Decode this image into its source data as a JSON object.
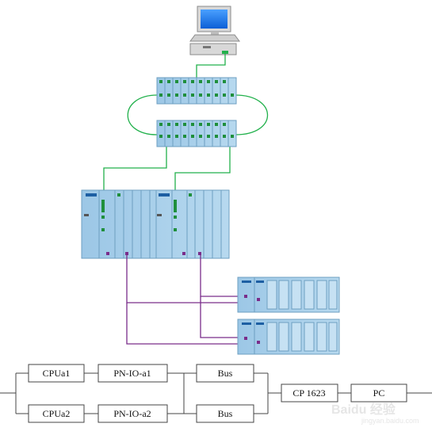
{
  "colors": {
    "ethernet": "#22b14c",
    "profibus": "#7a2d8a",
    "module_fill": "#a9cfe8",
    "module_edge": "#6d9fc1",
    "block_line": "#444444"
  },
  "block_diagram": {
    "cpu_a1": "CPUa1",
    "pnio_a1": "PN-IO-a1",
    "cpu_a2": "CPUa2",
    "pnio_a2": "PN-IO-a2",
    "bus_1": "Bus",
    "bus_2": "Bus",
    "cp_card": "CP 1623",
    "pc": "PC"
  },
  "watermark": {
    "text": "Baidu 经验",
    "url": "jingyan.baidu.com"
  },
  "icons": [
    "pc-icon",
    "switch-icon",
    "plc-rack-icon",
    "io-station-icon"
  ]
}
